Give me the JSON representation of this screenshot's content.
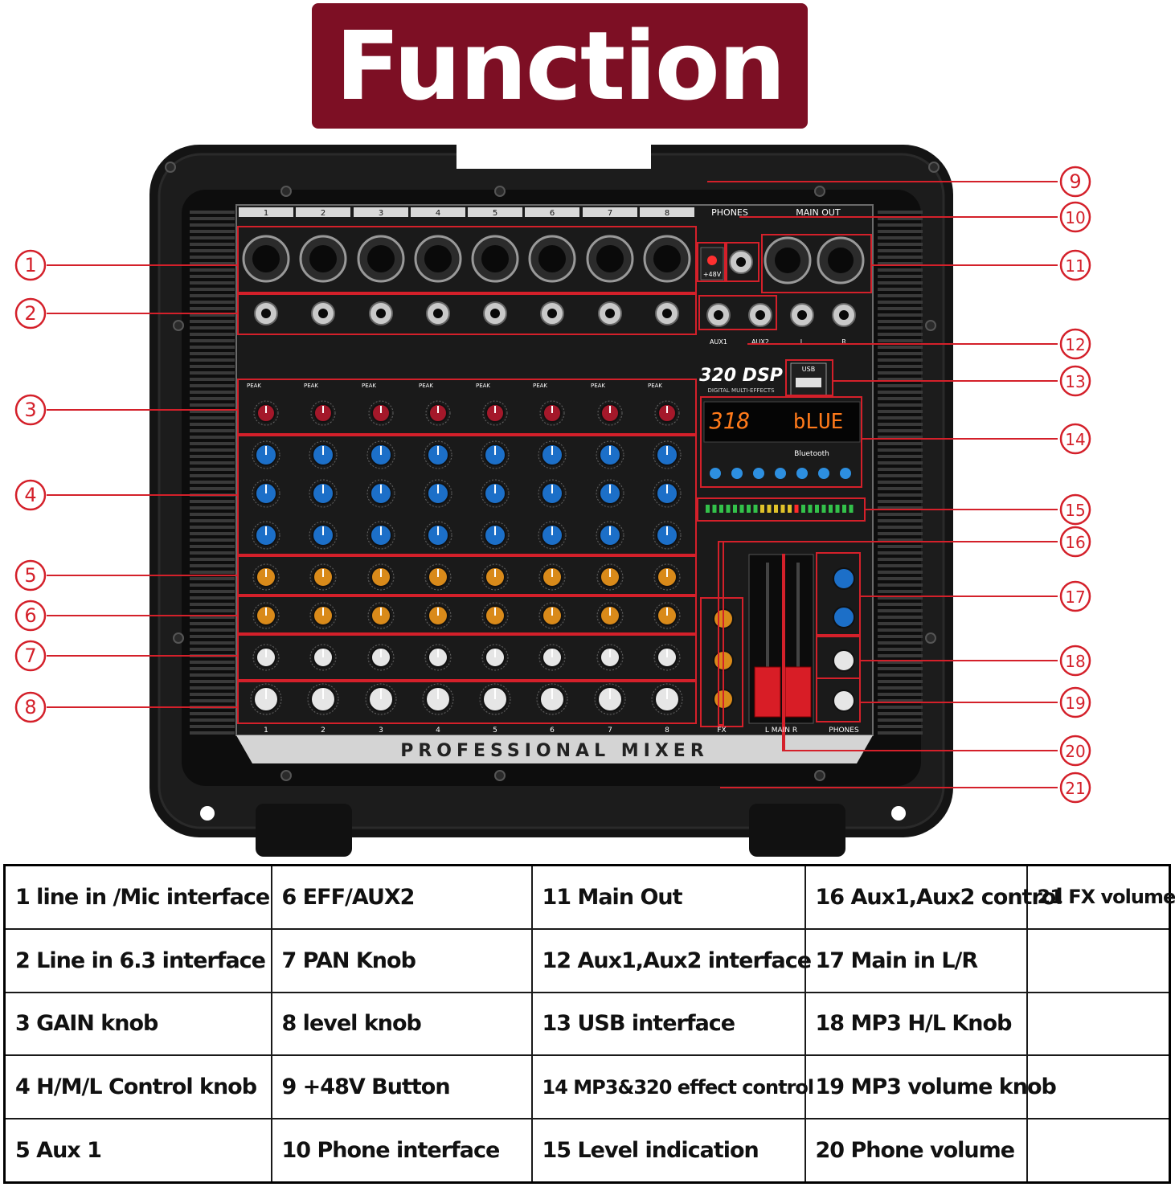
{
  "title": "Function",
  "panel": {
    "channel_numbers": [
      "1",
      "2",
      "3",
      "4",
      "5",
      "6",
      "7",
      "8"
    ],
    "phones_label": "PHONES",
    "main_out_label": "MAIN OUT",
    "phantom_label": "+48V",
    "aux_labels": [
      "AUX1",
      "AUX2",
      "L",
      "R"
    ],
    "usb_label": "USB",
    "dsp_logo": "320 DSP",
    "dsp_sub": "DIGITAL MULTI-EFFECTS",
    "display_number": "318",
    "display_text": "bLUE",
    "bluetooth_label": "Bluetooth",
    "fx_label": "FX",
    "main_fader_label": "L MAIN R",
    "phones_bottom_label": "PHONES",
    "peak_label": "PEAK",
    "brand_strip": "PROFESSIONAL MIXER"
  },
  "callouts": [
    "1",
    "2",
    "3",
    "4",
    "5",
    "6",
    "7",
    "8",
    "9",
    "10",
    "11",
    "12",
    "13",
    "14",
    "15",
    "16",
    "17",
    "18",
    "19",
    "20",
    "21"
  ],
  "legend": {
    "rows": [
      [
        "1 line in /Mic interface",
        "6 EFF/AUX2",
        "11 Main Out",
        "16 Aux1,Aux2 control",
        "21 FX volume"
      ],
      [
        "2 Line in 6.3 interface",
        "7 PAN Knob",
        "12  Aux1,Aux2 interface",
        "17 Main in L/R",
        ""
      ],
      [
        "3 GAIN knob",
        "8 level knob",
        "13 USB interface",
        "18 MP3 H/L Knob",
        ""
      ],
      [
        "4 H/M/L Control knob",
        "9 +48V Button",
        "14 MP3&320 effect control",
        "19 MP3 volume knob",
        ""
      ],
      [
        "5 Aux 1",
        "10 Phone interface",
        "15 Level indication",
        "20 Phone volume",
        ""
      ]
    ]
  },
  "colors": {
    "banner": "#7d0f24",
    "callout_red": "#d4202a",
    "gain_knob": "#a4182a",
    "eq_knob": "#1c6fc8",
    "aux_knob": "#d98a1a",
    "fader_cap": "#d81d26"
  }
}
